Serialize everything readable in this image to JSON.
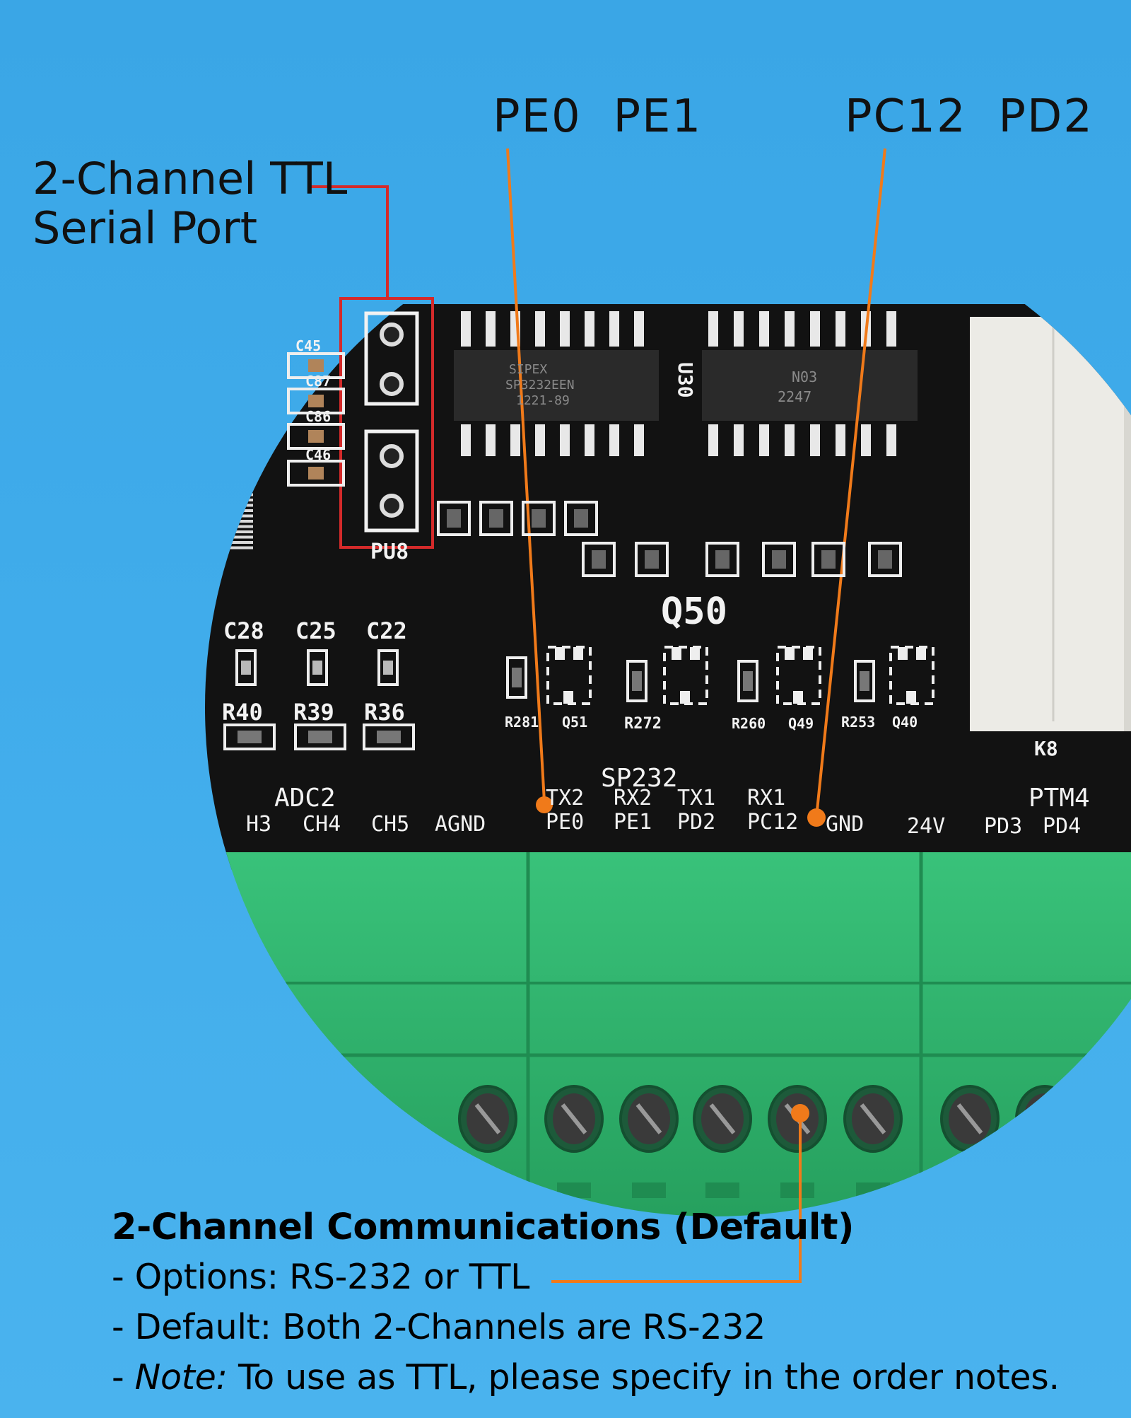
{
  "callouts": {
    "pe_pins": "PE0  PE1",
    "pc_pins": "PC12  PD2",
    "ttl_port_line1": "2-Channel TTL",
    "ttl_port_line2": "Serial Port"
  },
  "info": {
    "title": "2-Channel Communications (Default)",
    "options": "- Options: RS-232 or TTL",
    "default": "- Default: Both 2-Channels are RS-232",
    "note_prefix": "- ",
    "note_label": "Note:",
    "note_text": " To use as TTL, please specify in the order notes."
  },
  "board": {
    "header_id": "PU8",
    "chip_u30": "U30",
    "chip1_lines": [
      "SIPEX",
      "SP3232EEN",
      "1221-89"
    ],
    "chip2_lines": [
      "N03",
      "2247"
    ],
    "transistor_label": "Q50",
    "relay_label": "K8",
    "top_caps": [
      "C45",
      "C87",
      "C86",
      "C46"
    ],
    "caps": [
      "C28",
      "C25",
      "C22"
    ],
    "resistors": [
      "R40",
      "R39",
      "R36"
    ],
    "mid_parts": [
      "R281",
      "Q51",
      "R272",
      "R260",
      "Q49",
      "R253",
      "Q40"
    ],
    "section_adc": "ADC2",
    "section_sp": "SP232",
    "section_ptm": "PTM4",
    "pin_labels_top": [
      "TX2",
      "RX2",
      "TX1",
      "RX1"
    ],
    "pin_labels_bottom": [
      "H3",
      "CH4",
      "CH5",
      "AGND",
      "PE0",
      "PE1",
      "PD2",
      "PC12",
      "GND",
      "24V",
      "PD3",
      "PD4"
    ]
  },
  "colors": {
    "background": "#40aceb",
    "pcb": "#121212",
    "terminal_green": "#2fb36c",
    "callout_red": "#d42a2a",
    "callout_orange": "#f07a1a"
  }
}
